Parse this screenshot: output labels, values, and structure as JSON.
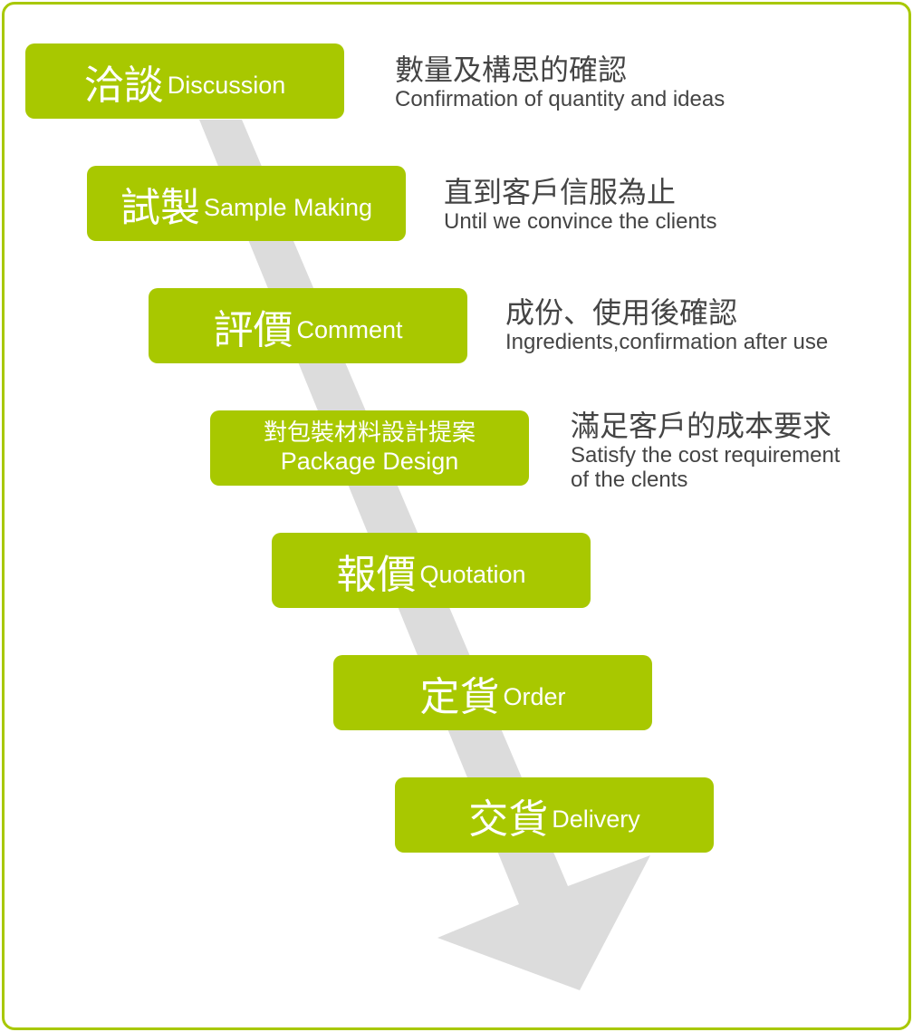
{
  "colors": {
    "accent": "#a8c800",
    "arrow": "#dcdcdc",
    "text": "#444444"
  },
  "steps": [
    {
      "zh": "洽談",
      "en": "Discussion",
      "desc_zh": "數量及構思的確認",
      "desc_en": "Confirmation of quantity and ideas"
    },
    {
      "zh": "試製",
      "en": "Sample Making",
      "desc_zh": "直到客戶信服為止",
      "desc_en": "Until we convince the clients"
    },
    {
      "zh": "評價",
      "en": "Comment",
      "desc_zh": "成份、使用後確認",
      "desc_en": "Ingredients,confirmation after use"
    },
    {
      "zh": "對包裝材料設計提案",
      "en": "Package Design",
      "desc_zh": "滿足客戶的成本要求",
      "desc_en": "Satisfy the cost requirement",
      "desc_en2": "of the clents"
    },
    {
      "zh": "報價",
      "en": "Quotation"
    },
    {
      "zh": "定貨",
      "en": "Order"
    },
    {
      "zh": "交貨",
      "en": "Delivery"
    }
  ]
}
